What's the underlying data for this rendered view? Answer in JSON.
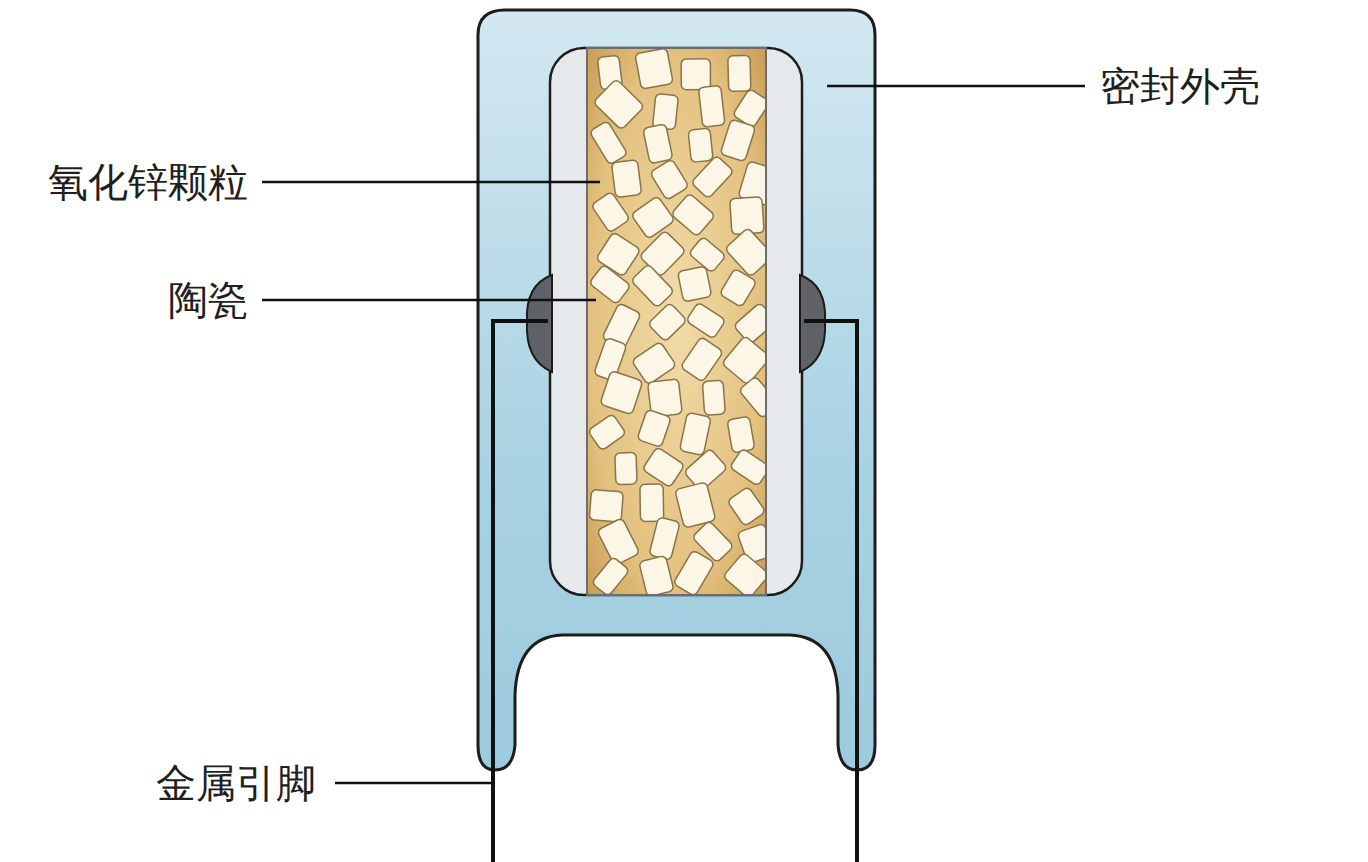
{
  "diagram": {
    "labels": [
      "密封外壳",
      "氧化锌颗粒",
      "陶瓷",
      "金属引脚"
    ]
  }
}
